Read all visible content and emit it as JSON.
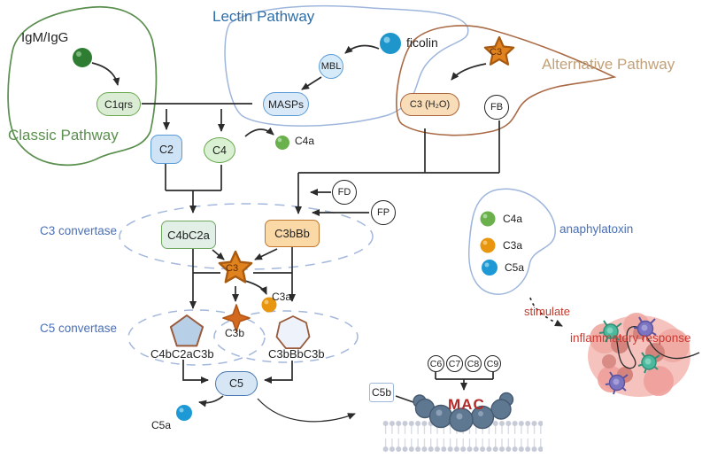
{
  "classic": {
    "title": "Classic Pathway",
    "antibody": "IgM/IgG",
    "c1qrs": "C1qrs"
  },
  "lectin": {
    "title": "Lectin Pathway",
    "ficolin": "ficolin",
    "mbl": "MBL",
    "masps": "MASPs"
  },
  "alternative": {
    "title": "Alternative Pathway",
    "c3": "C3",
    "c3_h2o": "C3 (H₂O)",
    "fb": "FB"
  },
  "cascade": {
    "c2": "C2",
    "c4": "C4",
    "c4a": "C4a",
    "fd": "FD",
    "fp": "FP",
    "c3_convertase": "C3 convertase",
    "c4bc2a": "C4bC2a",
    "c3bbb": "C3bBb",
    "c3": "C3",
    "c3a": "C3a",
    "c3b": "C3b",
    "c5_convertase": "C5 convertase",
    "c4bc2ac3b": "C4bC2aC3b",
    "c3bbbc3b": "C3bBbC3b",
    "c5": "C5",
    "c5a": "C5a",
    "c5b": "C5b"
  },
  "anaphylatoxin": {
    "title": "anaphylatoxin",
    "items": [
      {
        "label": "C4a",
        "color": "#6ab04c"
      },
      {
        "label": "C3a",
        "color": "#e8960f"
      },
      {
        "label": "C5a",
        "color": "#1d9ad6"
      }
    ],
    "stimulate": "stimulate",
    "inflammatory_response": "inflammatory response"
  },
  "mac": {
    "label": "MAC",
    "components": [
      "C6",
      "C7",
      "C8",
      "C9"
    ]
  },
  "colors": {
    "classic_green": "#5a8f4e",
    "lectin_blue": "#2d6ea8",
    "alternative_tan": "#c2a078",
    "convertase_blue": "#4a6fb5",
    "stimulate_red": "#c0392b",
    "mac_red": "#b22a2a",
    "orange_star": "#e0821e",
    "dashed_ellipse": "#a3b8dc"
  }
}
